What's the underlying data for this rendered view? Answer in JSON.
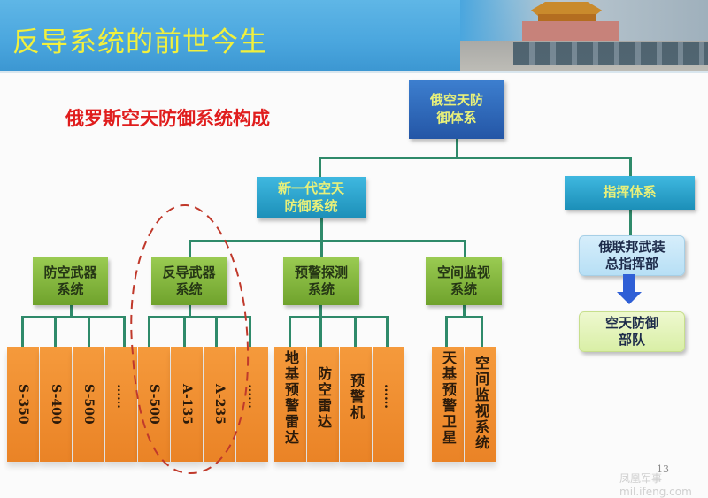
{
  "slide": {
    "title": "反导系统的前世今生",
    "subtitle": "俄罗斯空天防御系统构成",
    "page_number": "13",
    "watermark": "凤凰军事 mil.ifeng.com"
  },
  "colors": {
    "title": "#f2f03c",
    "subtitle": "#e01d1d",
    "root_box": "#2f6bbd",
    "level1_box": "#2aa3cf",
    "level2_box": "#85b73f",
    "leaf_bar": "#f0902f",
    "connector": "#2f8a6a",
    "highlight_oval": "#c0392b",
    "arrow": "#2f5fd6"
  },
  "diagram": {
    "root": {
      "label": "俄空天防御体系",
      "line1": "俄空天防",
      "line2": "御体系"
    },
    "level1": [
      {
        "label": "新一代空天防御系统",
        "line1": "新一代空天",
        "line2": "防御系统"
      },
      {
        "label": "指挥体系"
      }
    ],
    "level2": [
      {
        "label": "防空武器系统",
        "line1": "防空武器",
        "line2": "系统",
        "children": [
          "S-350",
          "S-400",
          "S-500",
          "……"
        ]
      },
      {
        "label": "反导武器系统",
        "line1": "反导武器",
        "line2": "系统",
        "children": [
          "S-500",
          "A-135",
          "A-235",
          "……"
        ],
        "highlighted": true
      },
      {
        "label": "预警探测系统",
        "line1": "预警探测",
        "line2": "系统",
        "children": [
          "地基预警雷达",
          "防空雷达",
          "预警机",
          "……"
        ]
      },
      {
        "label": "空间监视系统",
        "line1": "空间监视",
        "line2": "系统",
        "children": [
          "天基预警卫星",
          "空间监视系统"
        ]
      }
    ],
    "command": {
      "hq": {
        "label": "俄联邦武装总指挥部",
        "line1": "俄联邦武装",
        "line2": "总指挥部"
      },
      "unit": {
        "label": "空天防御部队",
        "line1": "空天防御",
        "line2": "部队"
      }
    }
  }
}
